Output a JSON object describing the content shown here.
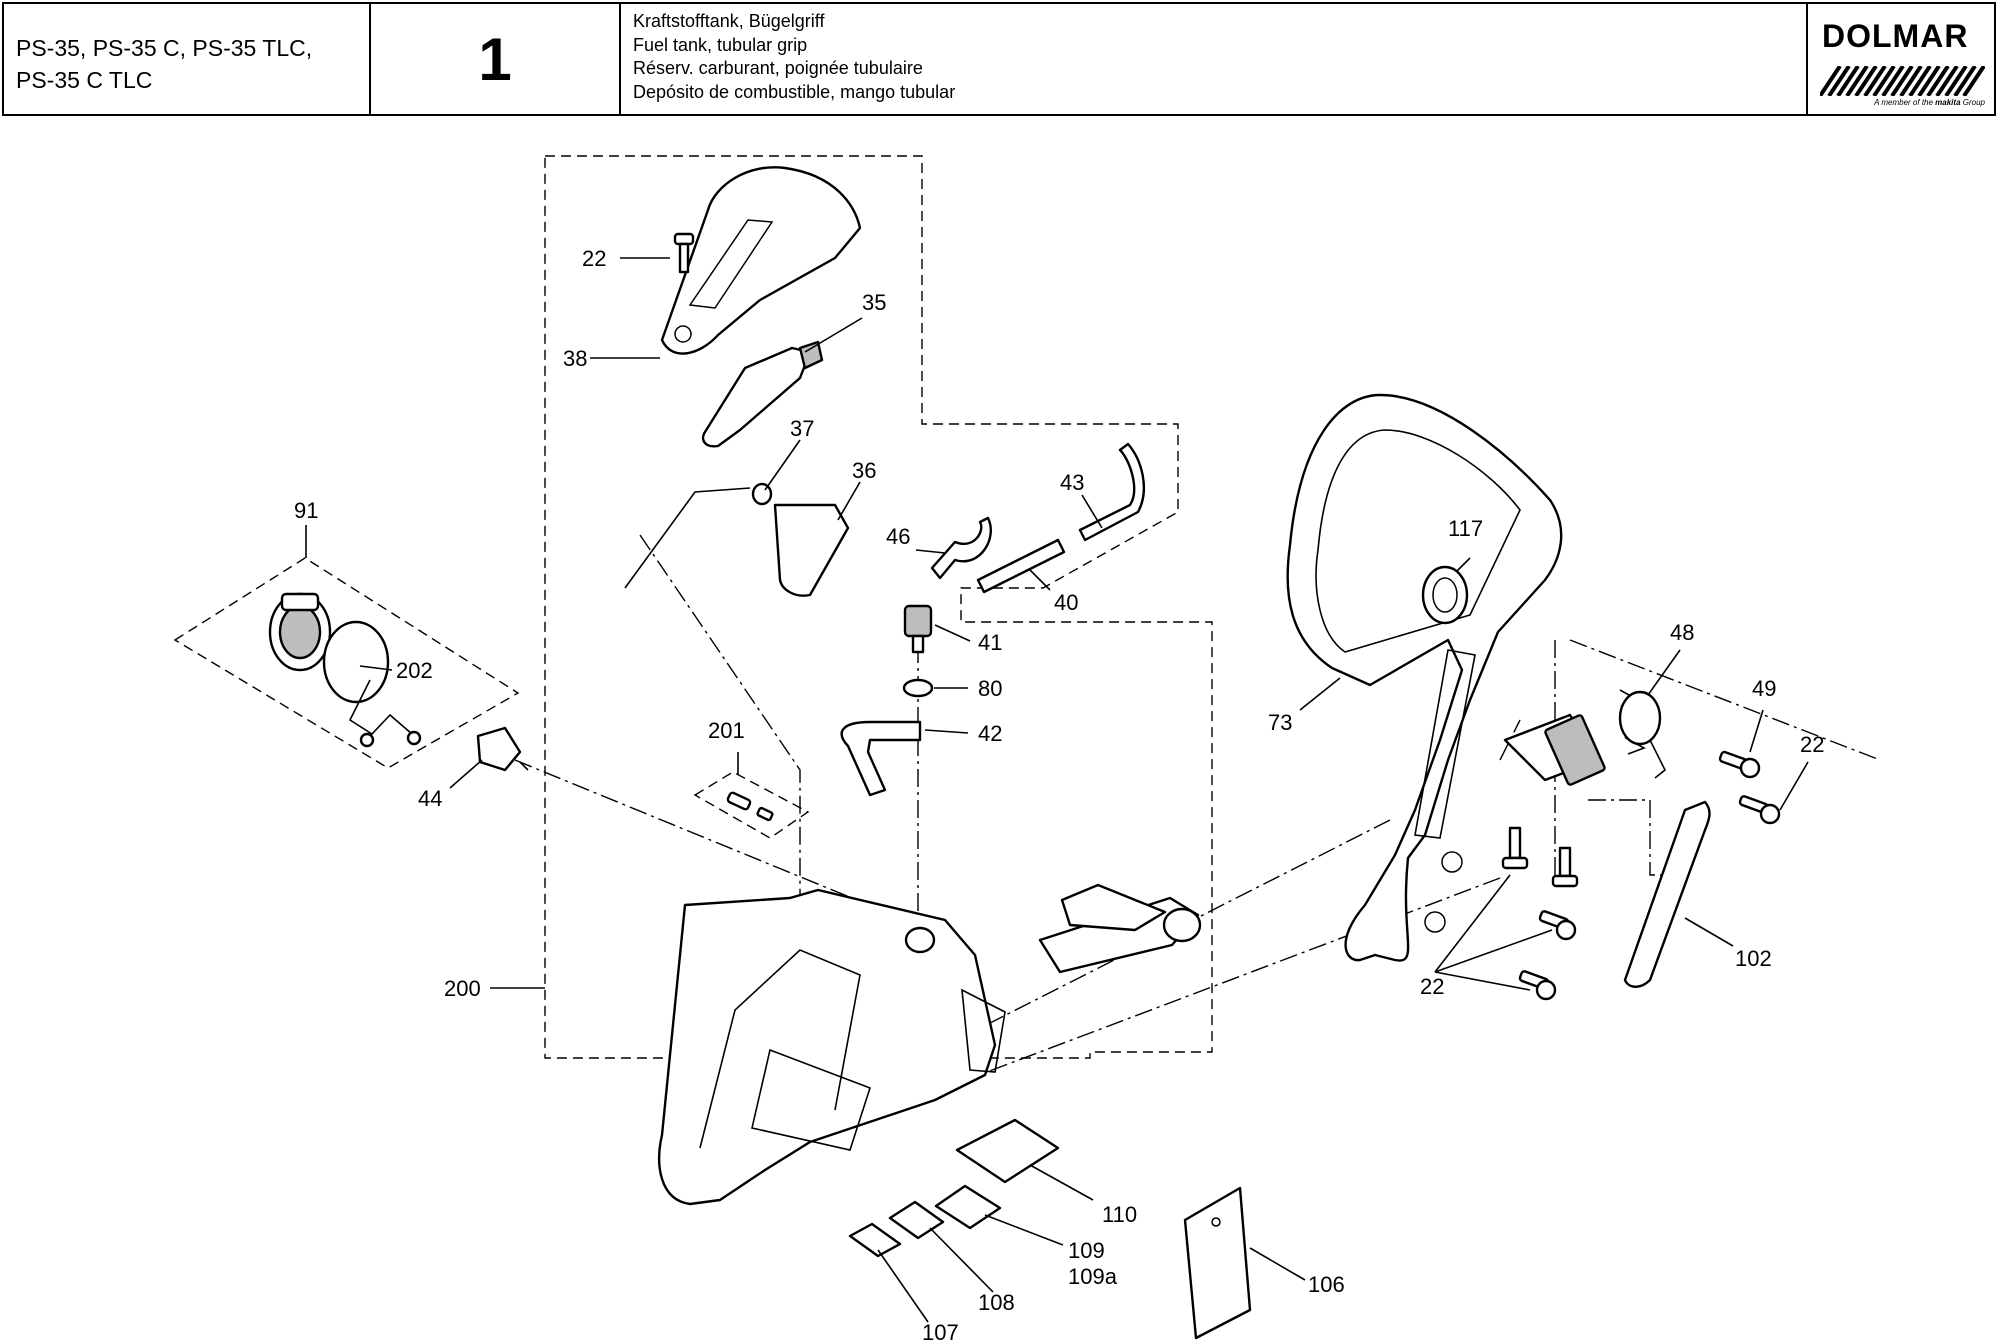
{
  "header": {
    "models": [
      "PS-35, PS-35 C, PS-35 TLC,",
      "PS-35 C TLC"
    ],
    "page_number": "1",
    "titles": [
      "Kraftstofftank, Bügelgriff",
      "Fuel tank, tubular grip",
      "Réserv. carburant, poignée tubulaire",
      "Depósito de combustible, mango tubular"
    ],
    "logo": {
      "brand": "DOLMAR",
      "tagline_prefix": "A member of the",
      "tagline_brand": "makita",
      "tagline_suffix": "Group"
    }
  },
  "part_labels": {
    "p22a": "22",
    "p38": "38",
    "p35": "35",
    "p37": "37",
    "p36": "36",
    "p91": "91",
    "p202": "202",
    "p44": "44",
    "p43": "43",
    "p46": "46",
    "p40": "40",
    "p41": "41",
    "p80": "80",
    "p42": "42",
    "p201": "201",
    "p200": "200",
    "p117": "117",
    "p73": "73",
    "p48": "48",
    "p49": "49",
    "p22b": "22",
    "p102": "102",
    "p22c": "22",
    "p110": "110",
    "p109": "109",
    "p109a": "109a",
    "p108": "108",
    "p107": "107",
    "p106": "106"
  }
}
